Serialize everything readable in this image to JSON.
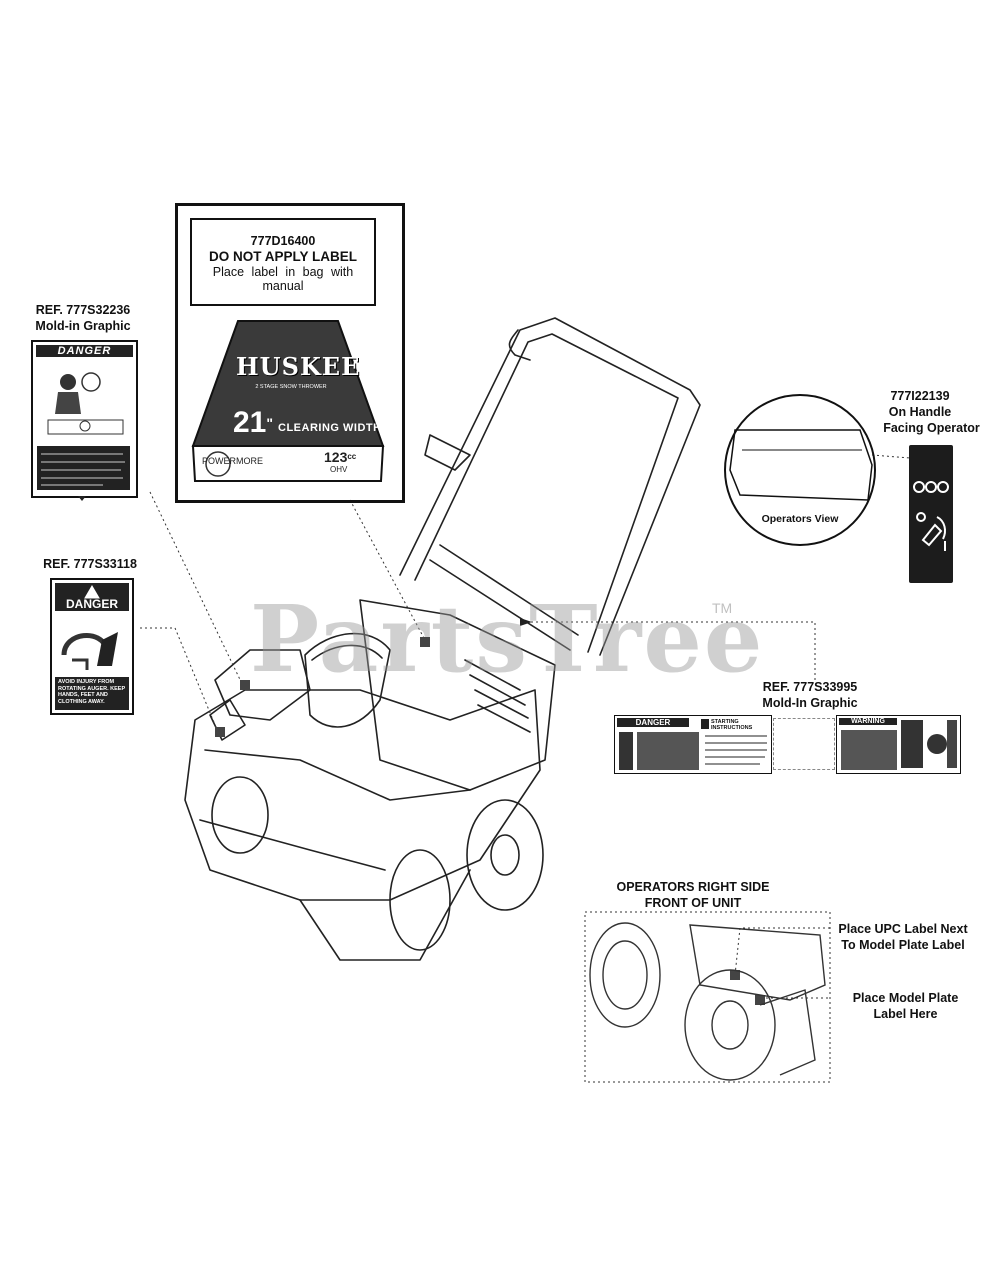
{
  "watermark": {
    "text": "PartsTree",
    "tm": "TM"
  },
  "main_label": {
    "code": "777D16400",
    "warning": "DO NOT APPLY LABEL",
    "instruction_1": "Place label in bag with",
    "instruction_2": "manual",
    "brand": "HUSKEE",
    "tagline": "2 STAGE SNOW THROWER",
    "width_value": "21",
    "width_unit": "\"",
    "width_text": "CLEARING WIDTH",
    "engine_brand": "POWERMORE",
    "engine_cc": "123",
    "engine_cc_suffix": "cc",
    "engine_type": "OHV"
  },
  "label_left_top": {
    "ref": "REF. 777S32236",
    "sub": "Mold-in Graphic",
    "header": "DANGER"
  },
  "label_left_mid": {
    "ref": "REF. 777S33118",
    "header": "DANGER",
    "body": "AVOID INJURY FROM ROTATING AUGER. KEEP HANDS, FEET AND CLOTHING AWAY."
  },
  "label_handle": {
    "code": "777I22139",
    "line1": "On Handle",
    "line2": "Facing Operator",
    "view": "Operators View"
  },
  "label_right_mid": {
    "ref": "REF. 777S33995",
    "sub": "Mold-In Graphic",
    "left_header": "DANGER",
    "mid_text": "STARTING INSTRUCTIONS",
    "right_header": "WARNING"
  },
  "detail_view": {
    "title_1": "OPERATORS RIGHT SIDE",
    "title_2": "FRONT OF UNIT",
    "upc_1": "Place UPC Label Next",
    "upc_2": "To Model Plate Label",
    "plate_1": "Place Model Plate",
    "plate_2": "Label Here"
  }
}
